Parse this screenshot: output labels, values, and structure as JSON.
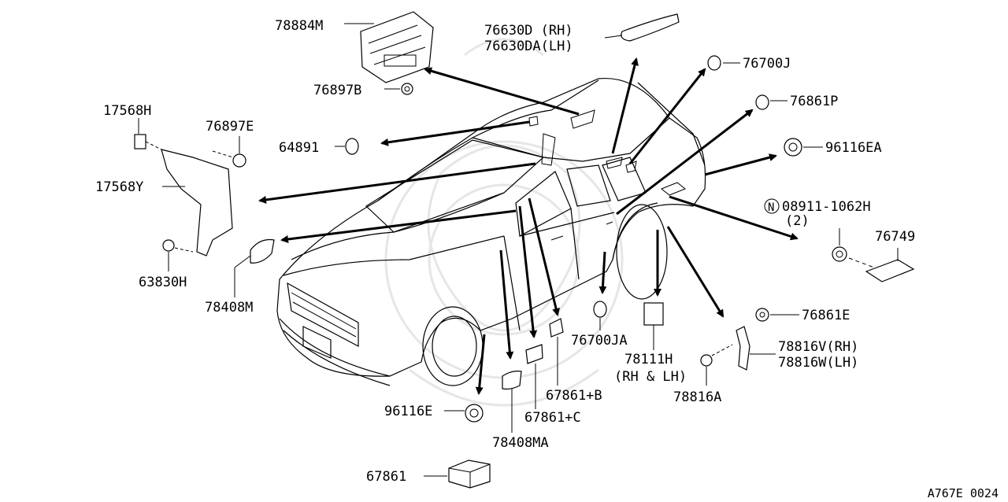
{
  "labels": {
    "p78884M": "78884M",
    "p76630D": "76630D (RH)",
    "p76630DA": "76630DA(LH)",
    "p76700J": "76700J",
    "p76861P": "76861P",
    "p96116EA": "96116EA",
    "p08911": "08911-1062H",
    "p08911_qty": "(2)",
    "p08911_prefix": "N",
    "p76749": "76749",
    "p76897B": "76897B",
    "p17568H": "17568H",
    "p76897E": "76897E",
    "p64891": "64891",
    "p17568Y": "17568Y",
    "p63830H": "63830H",
    "p78408M": "78408M",
    "p76861E": "76861E",
    "p78816V": "78816V(RH)",
    "p78816W": "78816W(LH)",
    "p76700JA": "76700JA",
    "p78111H": "78111H",
    "p78111H_note": "(RH & LH)",
    "p78816A": "78816A",
    "p67861B": "67861+B",
    "p67861C": "67861+C",
    "p96116E": "96116E",
    "p78408MA": "78408MA",
    "p67861": "67861"
  },
  "footer": {
    "code": "A767E 0024"
  }
}
